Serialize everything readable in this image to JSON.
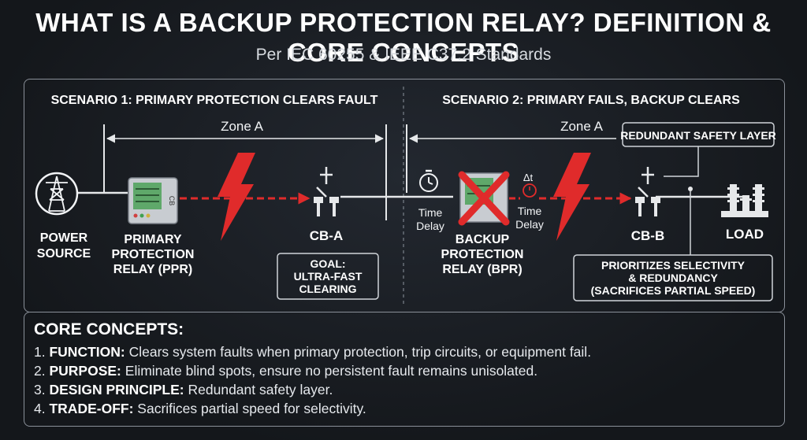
{
  "title": "WHAT IS A BACKUP PROTECTION RELAY? DEFINITION & CORE CONCEPTS",
  "subtitle": "Per IEC 60255 & IEEE C37.2 Standards",
  "scenario1": {
    "heading": "SCENARIO 1: PRIMARY PROTECTION CLEARS FAULT",
    "zone": "Zone A",
    "source_line1": "POWER",
    "source_line2": "SOURCE",
    "relay_line1": "PRIMARY",
    "relay_line2": "PROTECTION",
    "relay_line3": "RELAY (PPR)",
    "relay_tag": "CB",
    "breaker": "CB-A",
    "goal_line1": "GOAL:",
    "goal_line2": "ULTRA-FAST",
    "goal_line3": "CLEARING"
  },
  "scenario2": {
    "heading": "SCENARIO 2: PRIMARY FAILS, BACKUP CLEARS",
    "zone": "Zone A",
    "callout": "REDUNDANT SAFETY LAYER",
    "delay1_line1": "Time",
    "delay1_line2": "Delay",
    "delta_symbol": "Δt",
    "delay2_line1": "Time",
    "delay2_line2": "Delay",
    "relay_line1": "BACKUP",
    "relay_line2": "PROTECTION",
    "relay_line3": "RELAY (BPR)",
    "breaker": "CB-B",
    "load": "LOAD",
    "note_line1": "PRIORITIZES SELECTIVITY",
    "note_line2": "& REDUNDANCY",
    "note_line3": "(SACRIFICES PARTIAL SPEED)"
  },
  "core": {
    "heading": "CORE CONCEPTS:",
    "items": [
      {
        "num": "1.",
        "term": "FUNCTION:",
        "text": "Clears system faults when primary protection, trip circuits, or equipment fail."
      },
      {
        "num": "2.",
        "term": "PURPOSE:",
        "text": "Eliminate blind spots, ensure no persistent fault remains unisolated."
      },
      {
        "num": "3.",
        "term": "DESIGN PRINCIPLE:",
        "text": "Redundant safety layer."
      },
      {
        "num": "4.",
        "term": "TRADE-OFF:",
        "text": "Sacrifices partial speed for selectivity."
      }
    ]
  },
  "colors": {
    "fault": "#e02b2b",
    "line": "#e6e8ea",
    "relay_screen": "#5fa86a"
  },
  "icons": [
    "tower-icon",
    "relay-icon",
    "lightning-icon",
    "breaker-icon",
    "stopwatch-icon",
    "cross-icon",
    "insulator-icon"
  ]
}
